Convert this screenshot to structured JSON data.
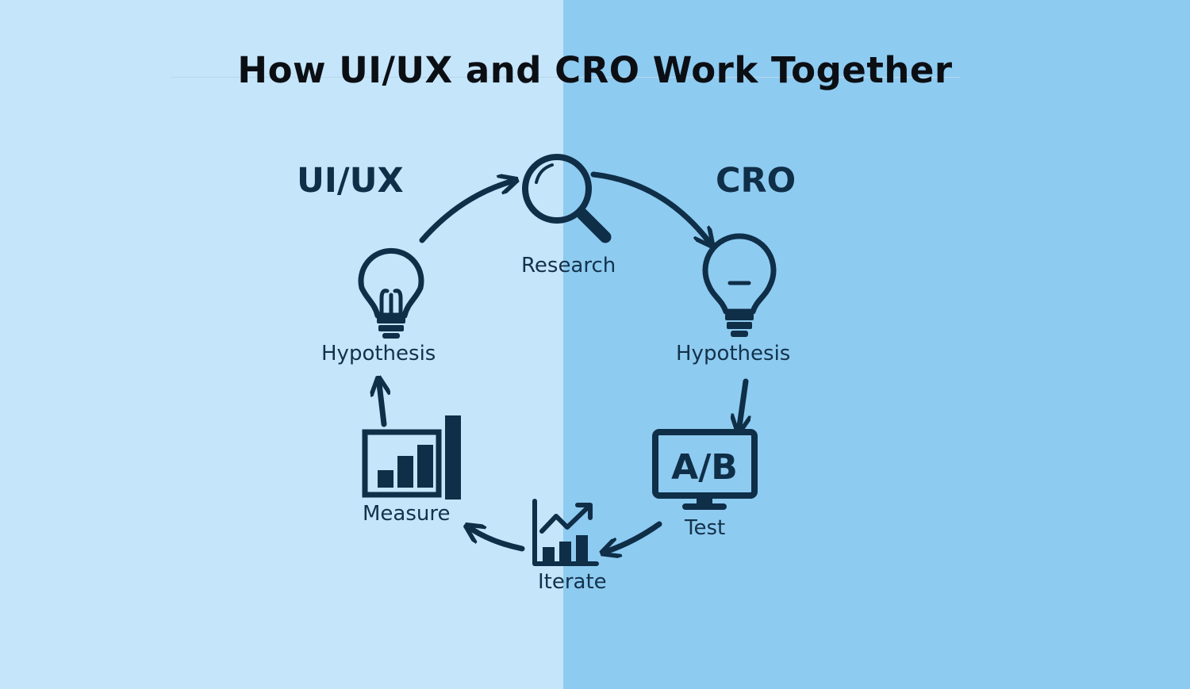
{
  "title": "How UI/UX and CRO Work Together",
  "sides": {
    "left": "UI/UX",
    "right": "CRO"
  },
  "nodes": {
    "research": "Research",
    "hypothesis_left": "Hypothesis",
    "hypothesis_right": "Hypothesis",
    "measure": "Measure",
    "iterate": "Iterate",
    "test": "Test"
  },
  "ab_label": "A/B",
  "icons": {
    "research": "magnifier-icon",
    "hypothesis_left": "lightbulb-icon",
    "hypothesis_right": "lightbulb-icon",
    "measure": "bar-chart-icon",
    "iterate": "growth-chart-icon",
    "test": "monitor-ab-icon"
  },
  "colors": {
    "left_bg": "#c5e5fb",
    "right_bg": "#8ecbf1",
    "ink": "#0f2e47"
  }
}
